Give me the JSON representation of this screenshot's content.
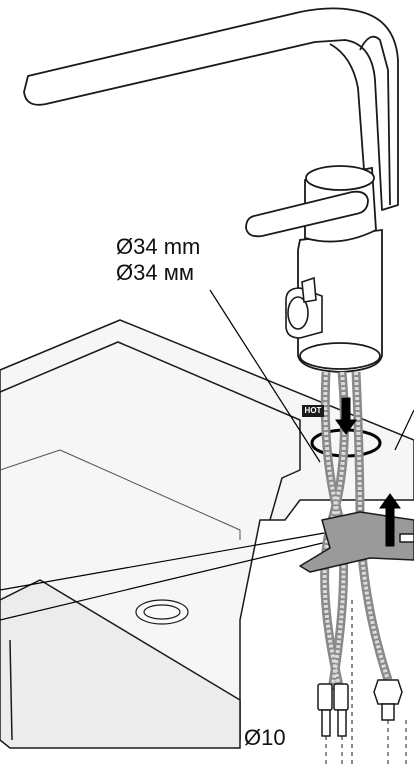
{
  "labels": {
    "diameter_mm": "Ø34 mm",
    "diameter_mm_cyrillic": "Ø34 мм",
    "diameter_hose": "Ø10",
    "hot_tag": "HOT"
  },
  "colors": {
    "line": "#1a1a1a",
    "sink_fill": "#f3f3f3",
    "bracket_fill": "#9a9a9a",
    "hose_fill": "#bdbdbd"
  }
}
